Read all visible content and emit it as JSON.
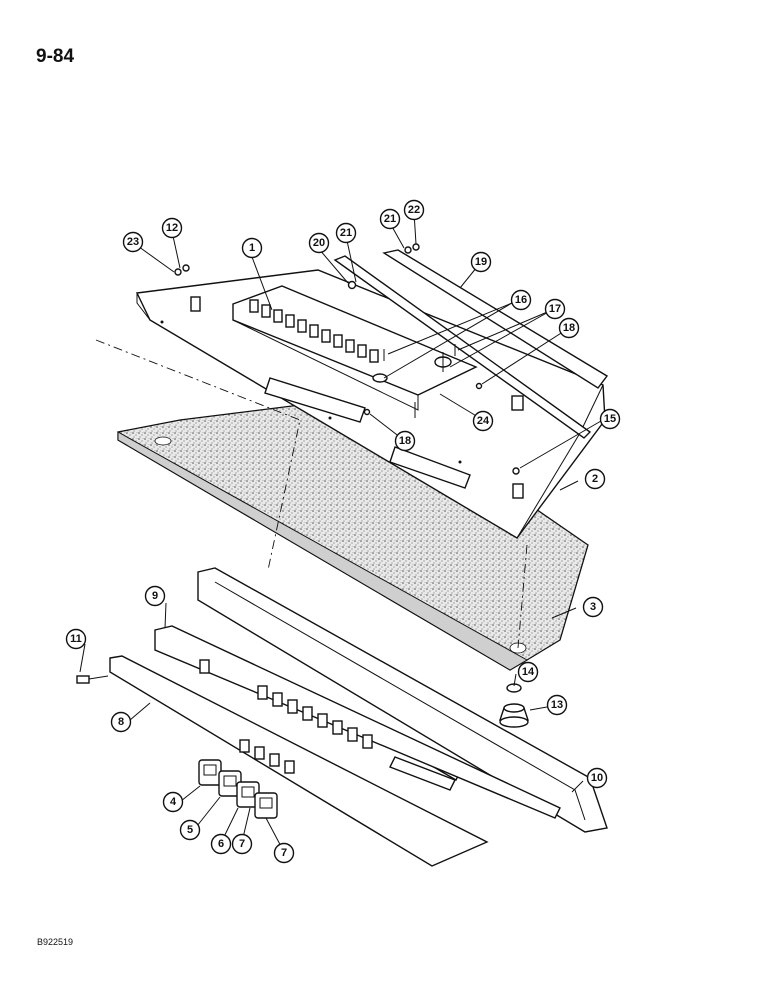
{
  "page": {
    "number": "9-84",
    "figure_code": "B922519"
  },
  "callouts": [
    {
      "label": "1"
    },
    {
      "label": "2"
    },
    {
      "label": "3"
    },
    {
      "label": "4"
    },
    {
      "label": "5"
    },
    {
      "label": "6"
    },
    {
      "label": "7"
    },
    {
      "label": "7"
    },
    {
      "label": "8"
    },
    {
      "label": "9"
    },
    {
      "label": "10"
    },
    {
      "label": "11"
    },
    {
      "label": "12"
    },
    {
      "label": "13"
    },
    {
      "label": "14"
    },
    {
      "label": "15"
    },
    {
      "label": "16"
    },
    {
      "label": "17"
    },
    {
      "label": "18"
    },
    {
      "label": "18"
    },
    {
      "label": "19"
    },
    {
      "label": "20"
    },
    {
      "label": "21"
    },
    {
      "label": "21"
    },
    {
      "label": "22"
    },
    {
      "label": "23"
    },
    {
      "label": "24"
    }
  ]
}
